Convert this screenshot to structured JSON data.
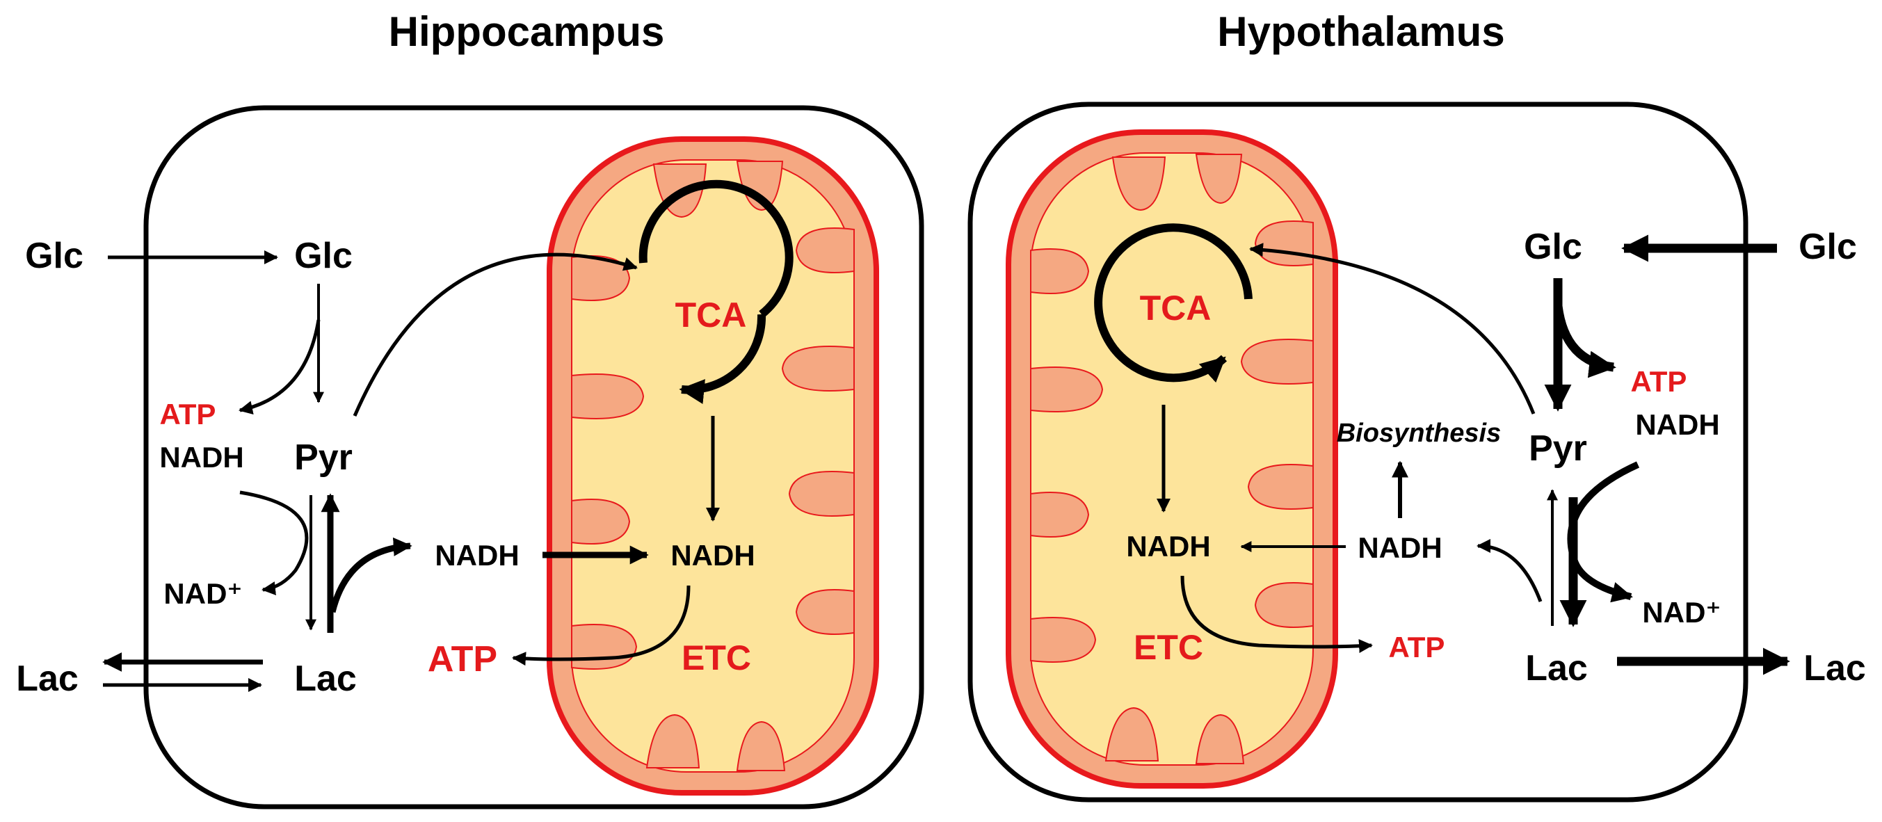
{
  "panels": {
    "left": {
      "title": "Hippocampus",
      "labels": {
        "glc_out": "Glc",
        "glc_in": "Glc",
        "atp_glyc": "ATP",
        "nadh_glyc": "NADH",
        "pyr": "Pyr",
        "nad_plus": "NAD⁺",
        "lac_out": "Lac",
        "lac_in": "Lac",
        "nadh_cyto": "NADH",
        "nadh_mito": "NADH",
        "atp_mito": "ATP",
        "tca": "TCA",
        "etc": "ETC"
      }
    },
    "right": {
      "title": "Hypothalamus",
      "labels": {
        "glc_out": "Glc",
        "glc_in": "Glc",
        "atp_glyc": "ATP",
        "nadh_glyc": "NADH",
        "pyr": "Pyr",
        "nad_plus": "NAD⁺",
        "lac_in": "Lac",
        "lac_out": "Lac",
        "nadh_cyto": "NADH",
        "nadh_mito": "NADH",
        "atp_mito": "ATP",
        "biosynthesis": "Biosynthesis",
        "tca": "TCA",
        "etc": "ETC"
      }
    }
  },
  "colors": {
    "mito_outer": "#f5a882",
    "mito_inner": "#fde49b",
    "mito_stroke": "#e8191c",
    "atp_text": "#e41a1c",
    "cycle_text": "#e41a1c",
    "arrow": "#000000",
    "cell_border": "#000000"
  }
}
